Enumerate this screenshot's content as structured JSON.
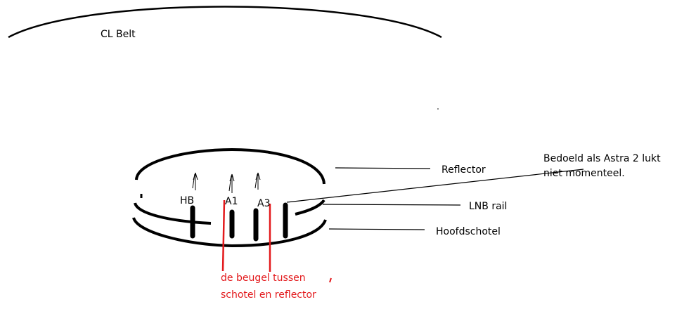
{
  "labels": {
    "belt": "CL Belt",
    "reflector": "Reflector",
    "lnb_rail": "LNB rail",
    "main_dish": "Hoofdschotel",
    "lnb_hb": "HB",
    "lnb_a1": "A1",
    "lnb_a3": "A3",
    "note_line1": "Bedoeld als Astra 2 lukt",
    "note_line2": "niet momenteel.",
    "bracket_line1": "de beugel tussen",
    "bracket_line2": "schotel en reflector"
  },
  "colors": {
    "ink": "#000000",
    "accent_red": "#e3191c",
    "background": "#ffffff"
  }
}
